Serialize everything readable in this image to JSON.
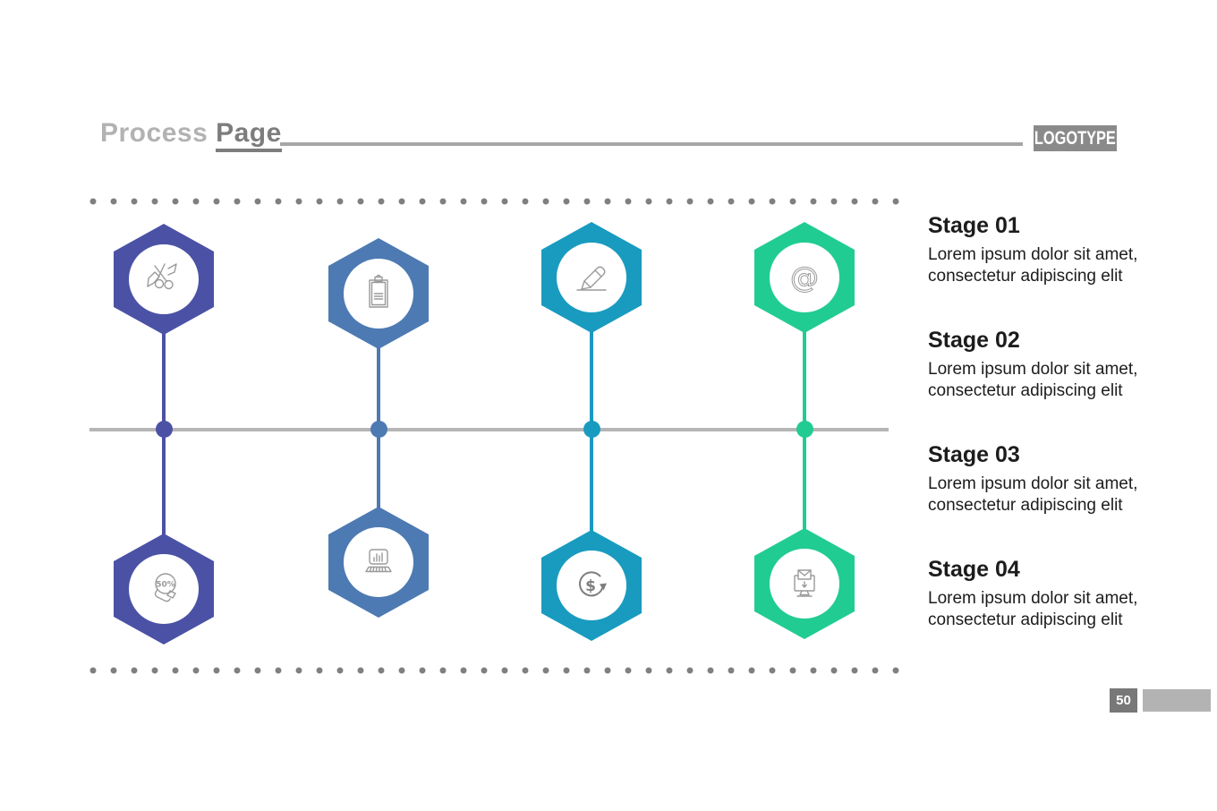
{
  "header": {
    "title_word1": "Process",
    "title_word2": "Page",
    "logotype": "LOGOTYPE"
  },
  "stages": [
    {
      "title": "Stage 01",
      "body_line1": "Lorem ipsum dolor sit amet,",
      "body_line2": "consectetur adipiscing elit"
    },
    {
      "title": "Stage 02",
      "body_line1": "Lorem ipsum dolor sit amet,",
      "body_line2": "consectetur adipiscing elit"
    },
    {
      "title": "Stage 03",
      "body_line1": "Lorem ipsum dolor sit amet,",
      "body_line2": "consectetur adipiscing elit"
    },
    {
      "title": "Stage 04",
      "body_line1": "Lorem ipsum dolor sit amet,",
      "body_line2": "consectetur adipiscing elit"
    }
  ],
  "process_columns": [
    {
      "color": "#4b52a5",
      "top_icon": "ribbon-cutting-icon",
      "bottom_icon": "discount-50-percent-icon"
    },
    {
      "color": "#4d7ab2",
      "top_icon": "clipboard-icon",
      "bottom_icon": "laptop-analytics-icon"
    },
    {
      "color": "#199bc0",
      "top_icon": "pencil-writing-icon",
      "bottom_icon": "money-exchange-icon"
    },
    {
      "color": "#21cc92",
      "top_icon": "at-sign-icon",
      "bottom_icon": "email-monitor-icon"
    }
  ],
  "footer": {
    "page_number": "50"
  },
  "theme": {
    "title_light_gray": "#b2b2b2",
    "title_dark_gray": "#7d7d7d",
    "rule_gray": "#a6a6a6",
    "dotted_gray": "#7f7f7f",
    "icon_stroke_gray": "#9a9a9a"
  }
}
